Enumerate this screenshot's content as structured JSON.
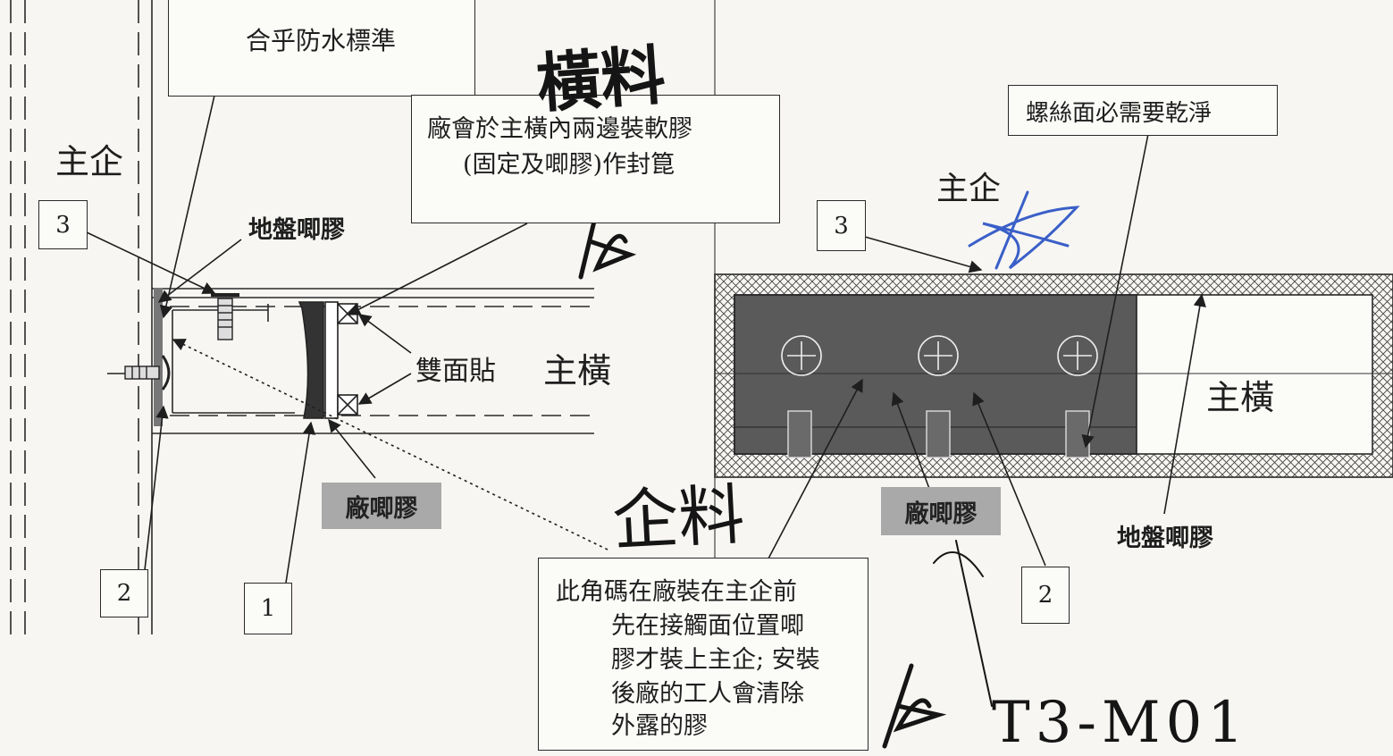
{
  "callouts": {
    "top_left_line2": "合乎防水標準",
    "factory_seal_line1": "廠會於主橫內兩邊裝軟膠",
    "factory_seal_line2": "(固定及唧膠)作封箟",
    "screw_face": "螺絲面必需要乾淨",
    "corner_bracket_lines": [
      "此角碼在廠裝在主企前",
      "先在接觸面位置唧",
      "膠才裝上主企; 安裝",
      "後廠的工人會清除",
      "外露的膠"
    ]
  },
  "labels": {
    "zhu_qi_left": "主企",
    "zhu_qi_right": "主企",
    "zhu_heng_left": "主橫",
    "zhu_heng_right": "主橫",
    "site_sealant_left": "地盤唧膠",
    "site_sealant_right": "地盤唧膠",
    "double_sided_tape": "雙面貼",
    "factory_sealant_left": "廠唧膠",
    "factory_sealant_right": "廠唧膠"
  },
  "numbers": {
    "n3_left": "3",
    "n2_left": "2",
    "n1": "1",
    "n3_right": "3",
    "n2_right": "2"
  },
  "handwriting": {
    "heng_liao": "橫料",
    "qi_liao": "企料",
    "ref_code": "T3-M01"
  },
  "colors": {
    "ink": "#1e1e1e",
    "grey_label": "#a9a9a9",
    "dark_fill": "#5a5a5a",
    "blue_pen": "#3a5fc8"
  }
}
